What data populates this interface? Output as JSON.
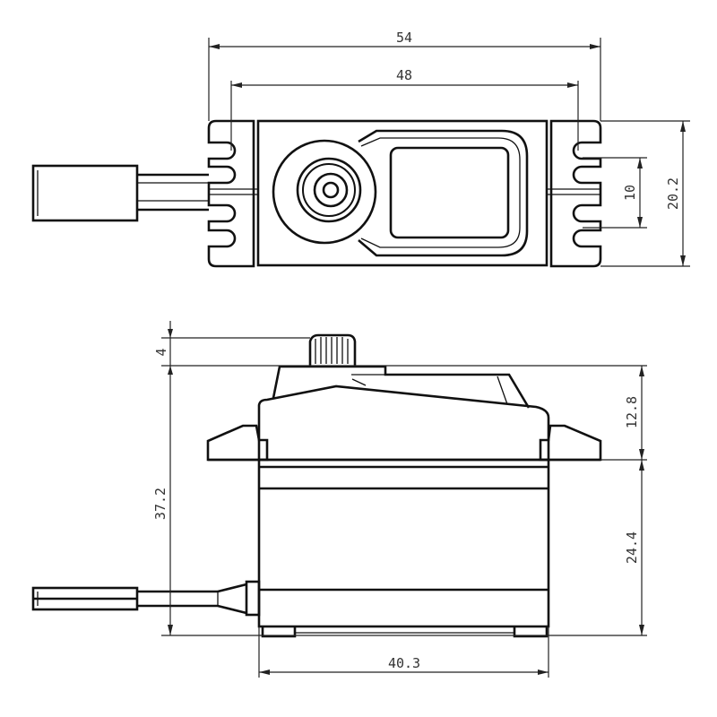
{
  "dimensions": {
    "top_view": {
      "overall_length": "54",
      "hole_spacing": "48",
      "overall_width": "20.2",
      "hole_pitch": "10"
    },
    "side_view": {
      "spline_height": "4",
      "total_height": "37.2",
      "upper_height": "12.8",
      "lower_height": "24.4",
      "case_width": "40.3"
    }
  }
}
